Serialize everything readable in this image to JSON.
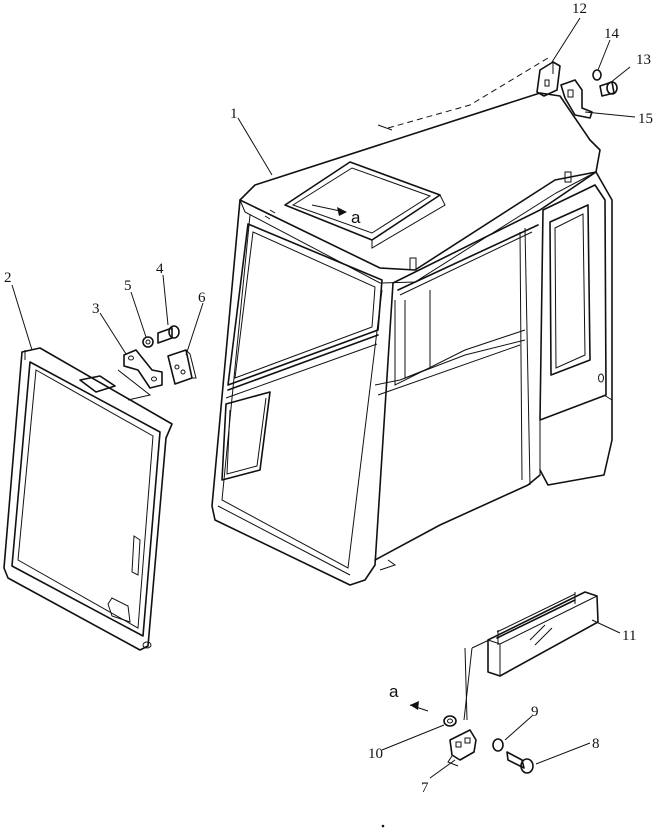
{
  "callouts": {
    "c1": "1",
    "c2": "2",
    "c3": "3",
    "c4": "4",
    "c5": "5",
    "c6": "6",
    "c7": "7",
    "c8": "8",
    "c9": "9",
    "c10": "10",
    "c11": "11",
    "c12": "12",
    "c13": "13",
    "c14": "14",
    "c15": "15"
  },
  "view_markers": {
    "upper": "a",
    "lower": "a"
  }
}
